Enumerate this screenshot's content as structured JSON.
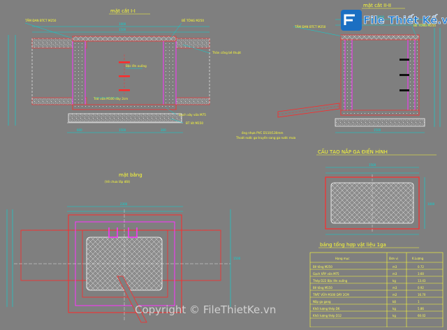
{
  "watermark_top": "File Thiết Kế.vn",
  "watermark_bottom": "Copyright © FileThietKe.vn",
  "section_1": {
    "title": "mặt cắt I-I",
    "labels": {
      "top_left": "TẤM ĐAN BTCT M250",
      "top_right": "BÊ TÔNG M250",
      "pipe": "Thân cống bê thuật",
      "steps": "Bậc lên xuống",
      "plaster": "Trát vữa M100 dày 2cm",
      "brick": "Gạch xây vữa M75",
      "base": "BT lót M150"
    },
    "dims": [
      "1000",
      "1000",
      "1500",
      "600",
      "300",
      "1500"
    ]
  },
  "section_2": {
    "title": "mặt cắt II-II",
    "labels": {
      "top_left": "TẤM ĐAN BTCT M250",
      "top_right": "BÊ TÔNG M250",
      "pvc": "ống nhựa PVC D110/130mm",
      "pvc_note": "Thoát nước ga truyền sang ga nước mưa"
    },
    "dims": [
      "1000",
      "1000",
      "1500"
    ]
  },
  "plan": {
    "title": "mặt bằng",
    "subtitle": "(Vẽ chưa lấp đất)",
    "dims": [
      "2300",
      "1500",
      "1000"
    ]
  },
  "cover": {
    "title": "CẤU TẠO NẮP GA ĐIỂN HÌNH",
    "dims": [
      "1500",
      "1000"
    ]
  },
  "quantity_table": {
    "title": "bảng tổng hợp vật liệu 1ga",
    "headers": [
      "Hạng mục",
      "Đơn vị",
      "K.Lượng"
    ],
    "rows": [
      [
        "Bê tông M250",
        "m3",
        "0.72"
      ],
      [
        "Gạch XÂY vữa M75",
        "m3",
        "3.60"
      ],
      [
        "Thép D22 Bậc lên xuống",
        "kg",
        "13.43"
      ],
      [
        "Bê tông M150",
        "m3",
        "0.92"
      ],
      [
        "TRÁT VỮA M100 DÀY 2CM",
        "m2",
        "16.70"
      ],
      [
        "Nắp ga gang",
        "bộ",
        "1"
      ],
      [
        "Khối lượng thép D6",
        "kg",
        "5.86"
      ],
      [
        "Khối lượng thép D12",
        "kg",
        "60.02"
      ]
    ]
  },
  "pipe_note": "ống nhựa PVC D110/130mm"
}
